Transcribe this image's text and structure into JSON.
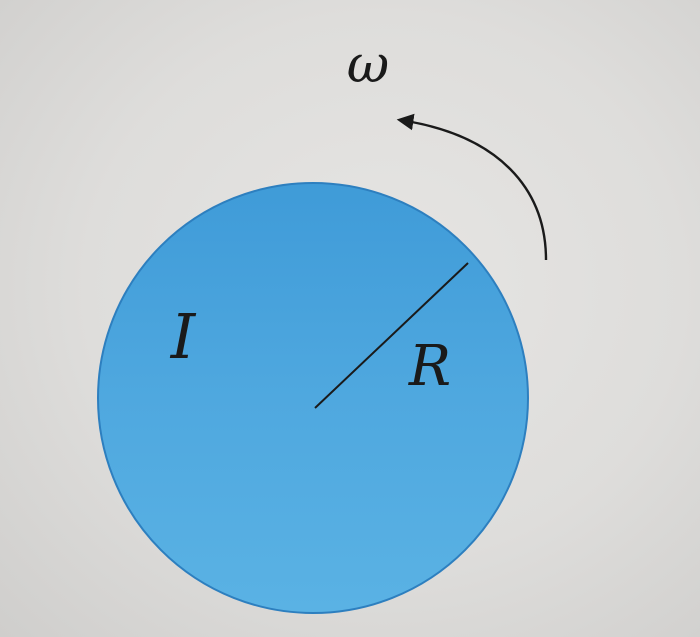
{
  "diagram": {
    "labels": {
      "omega": "ω",
      "inertia": "I",
      "radius": "R"
    },
    "colors": {
      "disk_fill": "#4ea7de",
      "disk_edge": "#2d7fbf",
      "ink": "#1a1a1a",
      "background": "#dedddb"
    },
    "rotation_direction": "counterclockwise"
  }
}
